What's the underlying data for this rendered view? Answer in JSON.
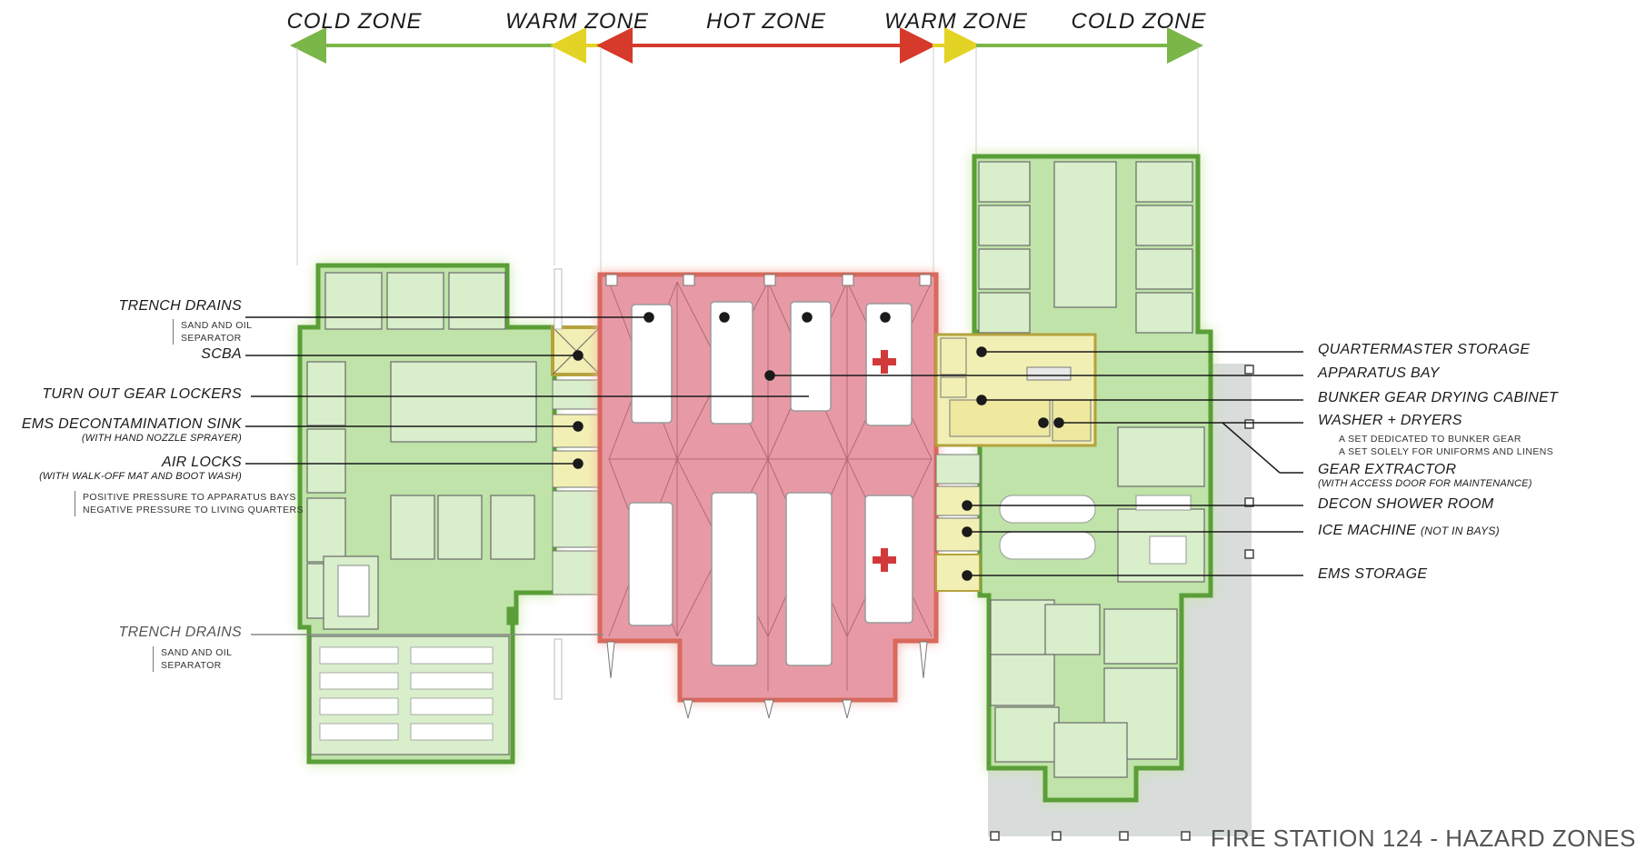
{
  "zones": {
    "cold_left": "COLD ZONE",
    "warm_left": "WARM ZONE",
    "hot": "HOT ZONE",
    "warm_right": "WARM ZONE",
    "cold_right": "COLD ZONE"
  },
  "zone_colors": {
    "cold": "#7ab648",
    "warm": "#e3d324",
    "hot": "#d63a2a",
    "cold_fill": "#bfe3a8",
    "warm_fill": "#f2efb4",
    "hot_fill": "#e79aa6"
  },
  "callouts_left": [
    {
      "title": "TRENCH DRAINS",
      "notes": [
        "SAND AND OIL",
        "SEPARATOR"
      ]
    },
    {
      "title": "SCBA"
    },
    {
      "title": "TURN OUT GEAR LOCKERS"
    },
    {
      "title": "EMS DECONTAMINATION SINK",
      "sub": "(WITH HAND NOZZLE SPRAYER)"
    },
    {
      "title": "AIR LOCKS",
      "sub": "(WITH WALK-OFF MAT AND BOOT WASH)",
      "notes": [
        "POSITIVE PRESSURE TO APPARATUS BAYS",
        "NEGATIVE PRESSURE TO LIVING QUARTERS"
      ]
    },
    {
      "title": "TRENCH DRAINS",
      "notes": [
        "SAND AND OIL",
        "SEPARATOR"
      ]
    }
  ],
  "callouts_right": [
    {
      "title": "QUARTERMASTER STORAGE"
    },
    {
      "title": "APPARATUS BAY"
    },
    {
      "title": "BUNKER GEAR DRYING CABINET"
    },
    {
      "title": "WASHER + DRYERS",
      "notes": [
        "A SET DEDICATED TO BUNKER GEAR",
        "A SET SOLELY FOR UNIFORMS AND LINENS"
      ]
    },
    {
      "title": "GEAR EXTRACTOR",
      "sub": "(WITH ACCESS DOOR FOR MAINTENANCE)"
    },
    {
      "title": "DECON SHOWER ROOM"
    },
    {
      "title": "ICE MACHINE",
      "sub": "(NOT IN BAYS)"
    },
    {
      "title": "EMS STORAGE"
    }
  ],
  "footer": {
    "title": "FIRE STATION 124 - HAZARD ZONES"
  }
}
